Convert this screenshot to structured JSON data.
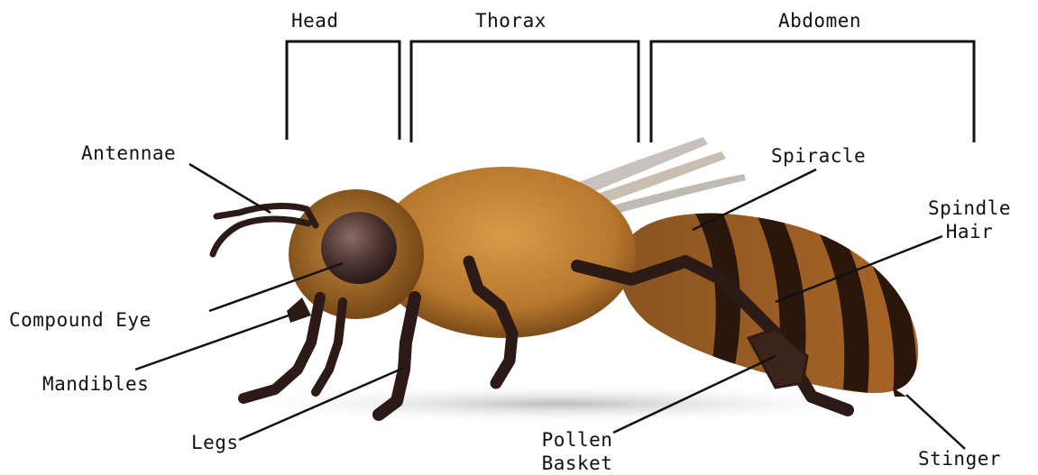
{
  "sections": {
    "head": "Head",
    "thorax": "Thorax",
    "abdomen": "Abdomen"
  },
  "labels": {
    "antennae": "Antennae",
    "compound_eye": "Compound Eye",
    "mandibles": "Mandibles",
    "legs": "Legs",
    "pollen_basket_1": "Pollen",
    "pollen_basket_2": "Basket",
    "spiracle": "Spiracle",
    "spindle_hair_1": "Spindle",
    "spindle_hair_2": "Hair",
    "stinger": "Stinger"
  },
  "colors": {
    "fur": "#b8782e",
    "fur_dark": "#7a4a18",
    "eye": "#4a3330",
    "stripe_dark": "#2a160a",
    "stripe_light": "#9a5a1e",
    "leg": "#2b1a16",
    "line": "#111111"
  }
}
